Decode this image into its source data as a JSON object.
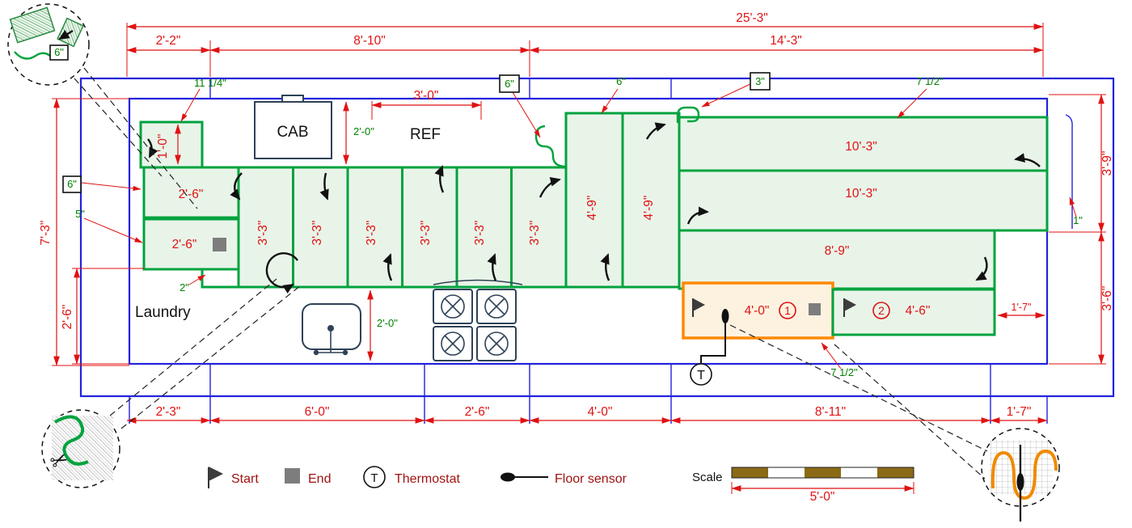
{
  "plan": {
    "rooms": {
      "laundry": "Laundry"
    },
    "fixtures": {
      "cabinet": "CAB",
      "refrigerator": "REF"
    },
    "markers": {
      "zone1": "1",
      "zone2": "2",
      "thermostat": "T"
    }
  },
  "dimensions": {
    "overall_top": "25'-3\"",
    "top_left": "2'-2\"",
    "top_mid": "8'-10\"",
    "top_right": "14'-3\"",
    "ref_width": "3'-0\"",
    "left_total": "7'-3\"",
    "left_lower": "2'-6\"",
    "right_upper": "3'-9\"",
    "right_lower": "3'-6\"",
    "bottom_1": "2'-3\"",
    "bottom_2": "6'-0\"",
    "bottom_3": "2'-6\"",
    "bottom_4": "4'-0\"",
    "bottom_5": "8'-11\"",
    "bottom_6": "1'-7\"",
    "mat_small": "1'-0\"",
    "mat_left": "2'-6\"",
    "strip": "3'-3\"",
    "strip_tall": "4'-9\"",
    "mat_right_long": "10'-3\"",
    "mat_right_mid": "8'-9\"",
    "mat_zone1": "4'-0\"",
    "mat_zone2": "4'-6\"",
    "right_inset": "1'-7\"",
    "scale_length": "5'-0\""
  },
  "annotations": {
    "n_11_quarter": "11 1/4\"",
    "n_six": "6\"",
    "n_three": "3\"",
    "n_seven_half": "7 1/2\"",
    "n_two_feet": "2'-0\"",
    "n_five": "5\"",
    "n_two": "2\"",
    "n_one": "1\""
  },
  "legend": {
    "start": "Start",
    "end": "End",
    "thermostat": "Thermostat",
    "thermostat_symbol": "T",
    "floor_sensor": "Floor sensor",
    "scale_label": "Scale"
  },
  "icons": {
    "scissors": "✂"
  },
  "colors": {
    "wall": "#2222dd",
    "mat_stroke": "#00a33e",
    "mat_fill": "#e9f4e9",
    "dimension": "#e01212",
    "note": "#008000",
    "zone_highlight": "#ff8800",
    "appliance": "#2f4257",
    "legend_text": "#a11212"
  }
}
